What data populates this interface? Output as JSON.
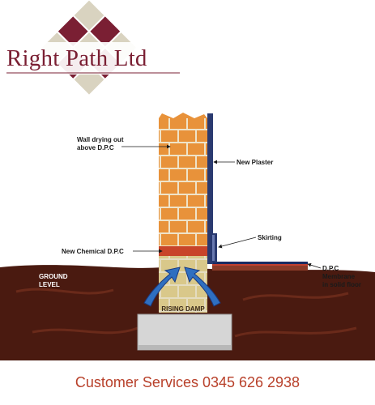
{
  "brand": {
    "name": "Right Path Ltd",
    "colors": {
      "maroon": "#7a1f33",
      "beige": "#d9d3c0"
    }
  },
  "diagram": {
    "labels": {
      "wall_drying_line1": "Wall drying out",
      "wall_drying_line2": "above D.P.C",
      "new_plaster": "New Plaster",
      "skirting": "Skirting",
      "new_chemical_dpc": "New Chemical D.P.C",
      "ground_line1": "GROUND",
      "ground_line2": "LEVEL",
      "dpc_line1": "D.P.C",
      "dpc_line2": "Membrane",
      "dpc_line3": "in solid floor",
      "rising_damp": "RISING DAMP"
    },
    "colors": {
      "brick": "#e8923a",
      "soil": "#4a1a10",
      "plaster": "#2a3a70",
      "arrow": "#2f6fc0"
    }
  },
  "footer": {
    "text": "Customer Services 0345 626 2938",
    "color": "#b8402a"
  }
}
